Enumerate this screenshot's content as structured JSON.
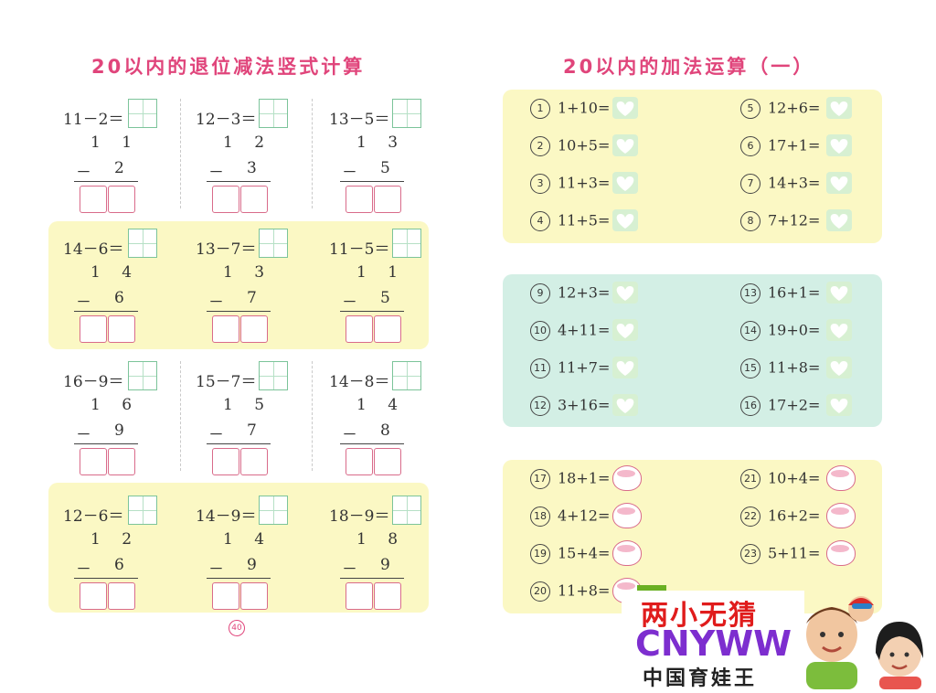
{
  "left_page": {
    "title": "20以内的退位减法竖式计算",
    "rows": [
      {
        "cells": [
          {
            "eq": "11－2＝",
            "a": "1 1",
            "b": "2"
          },
          {
            "eq": "12－3＝",
            "a": "1 2",
            "b": "3"
          },
          {
            "eq": "13－5＝",
            "a": "1 3",
            "b": "5"
          }
        ]
      },
      {
        "cells": [
          {
            "eq": "14－6＝",
            "a": "1 4",
            "b": "6"
          },
          {
            "eq": "13－7＝",
            "a": "1 3",
            "b": "7"
          },
          {
            "eq": "11－5＝",
            "a": "1 1",
            "b": "5"
          }
        ]
      },
      {
        "cells": [
          {
            "eq": "16－9＝",
            "a": "1 6",
            "b": "9"
          },
          {
            "eq": "15－7＝",
            "a": "1 5",
            "b": "7"
          },
          {
            "eq": "14－8＝",
            "a": "1 4",
            "b": "8"
          }
        ]
      },
      {
        "cells": [
          {
            "eq": "12－6＝",
            "a": "1 2",
            "b": "6"
          },
          {
            "eq": "14－9＝",
            "a": "1 4",
            "b": "9"
          },
          {
            "eq": "18－9＝",
            "a": "1 8",
            "b": "9"
          }
        ]
      }
    ],
    "minus_sign": "－",
    "page_number": "40"
  },
  "right_page": {
    "title": "20以内的加法运算（一）",
    "panels": [
      {
        "items": [
          {
            "n": "1",
            "eq": "1+10="
          },
          {
            "n": "5",
            "eq": "12+6="
          },
          {
            "n": "2",
            "eq": "10+5="
          },
          {
            "n": "6",
            "eq": "17+1="
          },
          {
            "n": "3",
            "eq": "11+3="
          },
          {
            "n": "7",
            "eq": "14+3="
          },
          {
            "n": "4",
            "eq": "11+5="
          },
          {
            "n": "8",
            "eq": "7+12="
          }
        ]
      },
      {
        "items": [
          {
            "n": "9",
            "eq": "12+3="
          },
          {
            "n": "13",
            "eq": "16+1="
          },
          {
            "n": "10",
            "eq": "4+11="
          },
          {
            "n": "14",
            "eq": "19+0="
          },
          {
            "n": "11",
            "eq": "11+7="
          },
          {
            "n": "15",
            "eq": "11+8="
          },
          {
            "n": "12",
            "eq": "3+16="
          },
          {
            "n": "16",
            "eq": "17+2="
          }
        ]
      },
      {
        "items": [
          {
            "n": "17",
            "eq": "18+1="
          },
          {
            "n": "21",
            "eq": "10+4="
          },
          {
            "n": "18",
            "eq": "4+12="
          },
          {
            "n": "22",
            "eq": "16+2="
          },
          {
            "n": "19",
            "eq": "15+4="
          },
          {
            "n": "23",
            "eq": "5+11="
          },
          {
            "n": "20",
            "eq": "11+8="
          }
        ]
      }
    ]
  },
  "watermark": {
    "line1": "两小无猜",
    "line2": "CNYWW",
    "line3": "中国育娃王"
  }
}
